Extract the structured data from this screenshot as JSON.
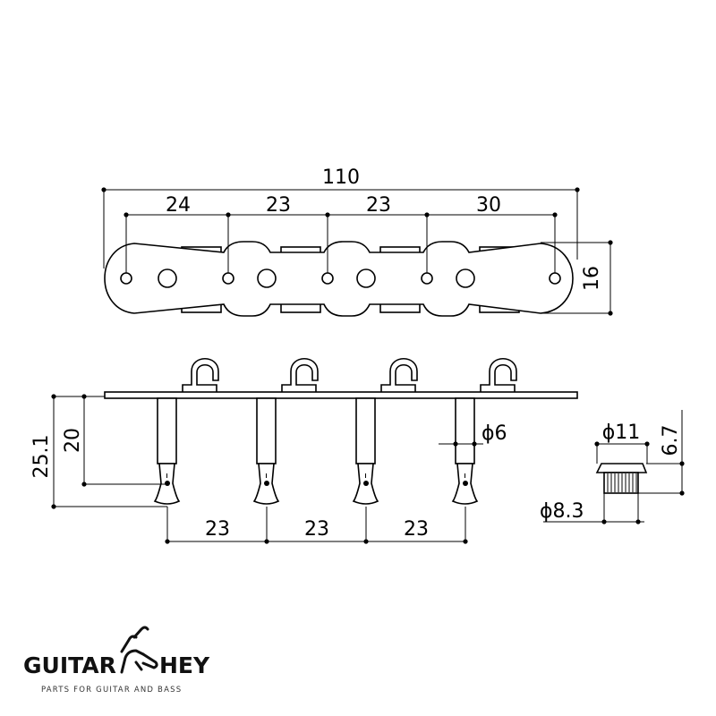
{
  "top_view": {
    "overall_length": "110",
    "spacing": [
      "24",
      "23",
      "23",
      "30"
    ],
    "width": "16"
  },
  "side_view": {
    "total_height": "25.1",
    "post_height": "20",
    "spacing": [
      "23",
      "23",
      "23"
    ],
    "post_diameter": "ϕ6"
  },
  "bushing": {
    "flange_diameter": "ϕ11",
    "height": "6.7",
    "body_diameter": "ϕ8.3"
  },
  "logo": {
    "brand_left": "GUITAR",
    "brand_right": "HEY",
    "tagline": "PARTS FOR GUITAR AND BASS"
  }
}
